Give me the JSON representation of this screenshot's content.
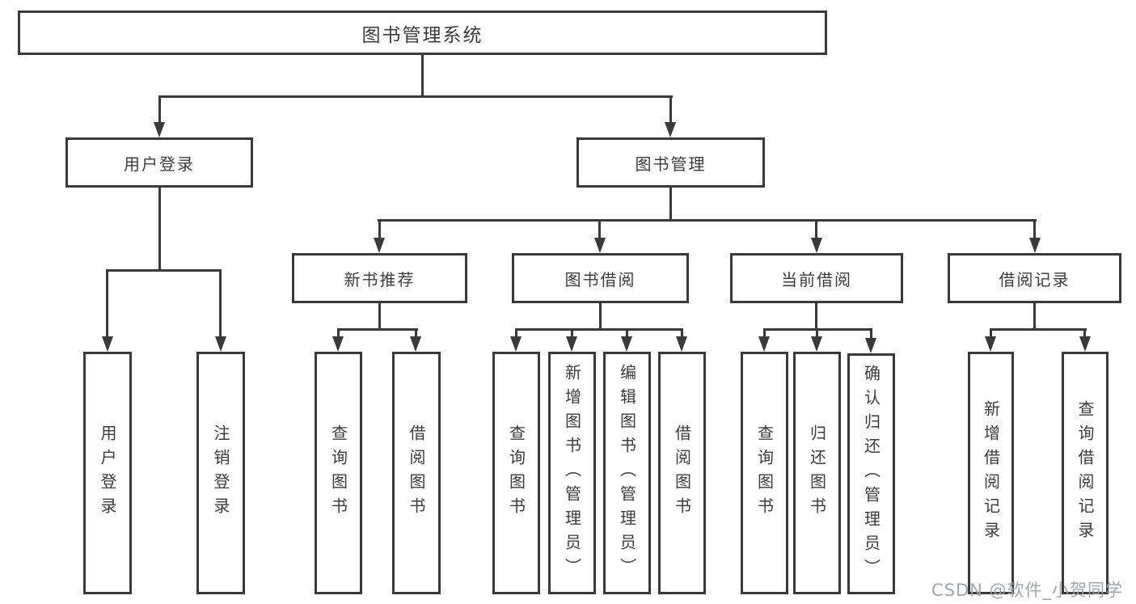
{
  "diagram": {
    "root": {
      "label": "图书管理系统"
    },
    "branches": [
      {
        "label": "用户登录",
        "children": [
          {
            "label": "用户登录"
          },
          {
            "label": "注销登录"
          }
        ]
      },
      {
        "label": "图书管理",
        "children": [
          {
            "label": "新书推荐",
            "children": [
              {
                "label": "查询图书"
              },
              {
                "label": "借阅图书"
              }
            ]
          },
          {
            "label": "图书借阅",
            "children": [
              {
                "label": "查询图书"
              },
              {
                "label": "新增图书（管理员）"
              },
              {
                "label": "编辑图书（管理员）"
              },
              {
                "label": "借阅图书"
              }
            ]
          },
          {
            "label": "当前借阅",
            "children": [
              {
                "label": "查询图书"
              },
              {
                "label": "归还图书"
              },
              {
                "label": "确认归还（管理员）"
              }
            ]
          },
          {
            "label": "借阅记录",
            "children": [
              {
                "label": "新增借阅记录"
              },
              {
                "label": "查询借阅记录"
              }
            ]
          }
        ]
      }
    ]
  },
  "watermark": {
    "text": "CSDN @软件_小贺同学"
  },
  "colors": {
    "line": "#3a3a3a",
    "text": "#3c3c3c",
    "background": "#ffffff",
    "watermark": "#9ea0a6"
  }
}
